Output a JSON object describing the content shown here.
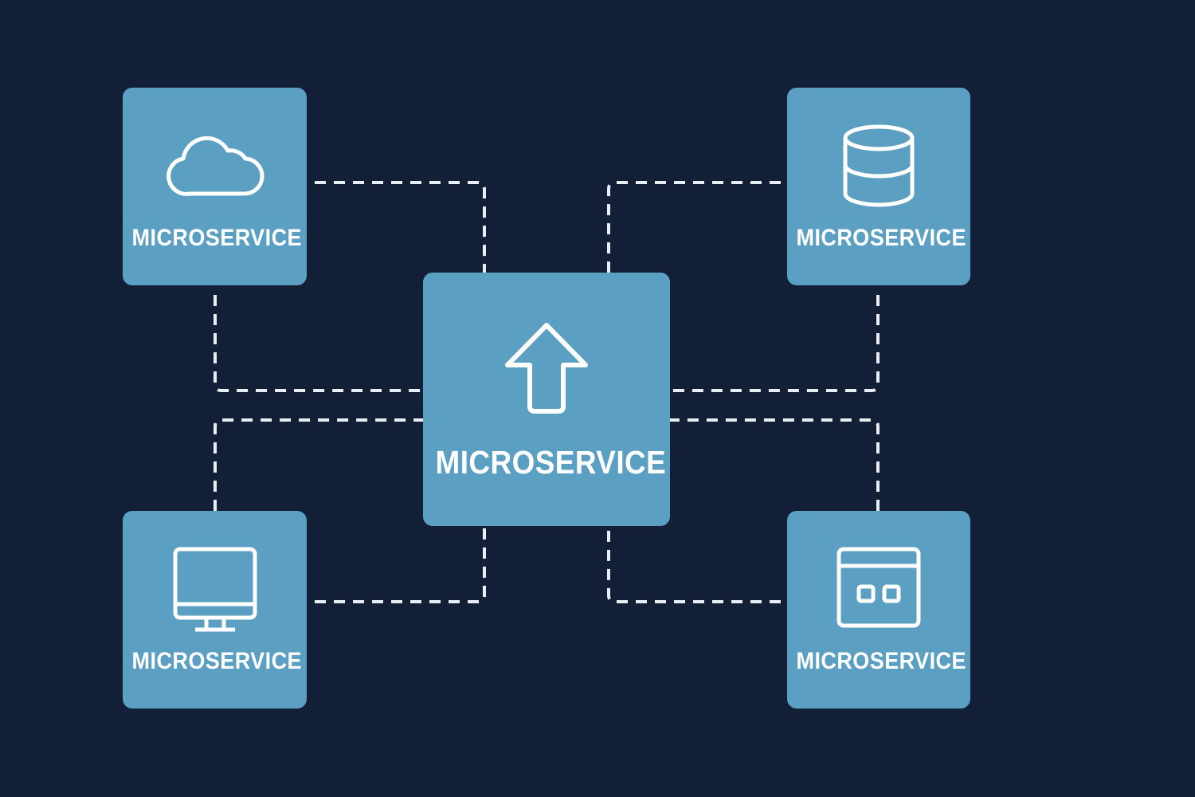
{
  "colors": {
    "background": "#121f36",
    "node_fill": "#5b9fc2",
    "connector": "#e8eef4",
    "text": "#ffffff"
  },
  "nodes": [
    {
      "id": "center",
      "label": "MICROSERVICE",
      "icon": "upload-arrow-icon"
    },
    {
      "id": "top-left",
      "label": "MICROSERVICE",
      "icon": "cloud-icon"
    },
    {
      "id": "top-right",
      "label": "MICROSERVICE",
      "icon": "database-icon"
    },
    {
      "id": "bottom-left",
      "label": "MICROSERVICE",
      "icon": "monitor-icon"
    },
    {
      "id": "bottom-right",
      "label": "MICROSERVICE",
      "icon": "app-window-icon"
    }
  ],
  "edges": [
    {
      "from": "top-left",
      "to": "center",
      "style": "dashed"
    },
    {
      "from": "top-left",
      "to": "center",
      "style": "dashed"
    },
    {
      "from": "top-right",
      "to": "center",
      "style": "dashed"
    },
    {
      "from": "top-right",
      "to": "center",
      "style": "dashed"
    },
    {
      "from": "bottom-left",
      "to": "center",
      "style": "dashed"
    },
    {
      "from": "bottom-left",
      "to": "center",
      "style": "dashed"
    },
    {
      "from": "bottom-right",
      "to": "center",
      "style": "dashed"
    },
    {
      "from": "bottom-right",
      "to": "center",
      "style": "dashed"
    }
  ]
}
